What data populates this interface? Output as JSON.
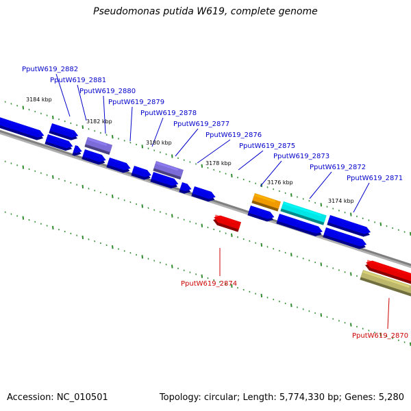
{
  "title": "Pseudomonas putida W619, complete genome",
  "footer": {
    "accession": "Accession: NC_010501",
    "stats": "Topology: circular; Length: 5,774,330 bp; Genes: 5,280"
  },
  "colors": {
    "cds_blue": "#0000e6",
    "cds_purple": "#7b6cd8",
    "rna_red": "#e60000",
    "orange": "#f09a00",
    "cyan": "#00e6e6",
    "olive": "#bdb76b",
    "label_blue": "#0000cc",
    "label_red": "#cc0000",
    "tick_green": "#2e8b2e",
    "backbone": "#7f7f7f"
  },
  "kbp_labels": [
    "3184 kbp",
    "3182 kbp",
    "3180 kbp",
    "3178 kbp",
    "3176 kbp",
    "3174 kbp"
  ],
  "gene_labels": [
    {
      "text": "PputW619_2882",
      "color": "label_blue"
    },
    {
      "text": "PputW619_2881",
      "color": "label_blue"
    },
    {
      "text": "PputW619_2880",
      "color": "label_blue"
    },
    {
      "text": "PputW619_2879",
      "color": "label_blue"
    },
    {
      "text": "PputW619_2878",
      "color": "label_blue"
    },
    {
      "text": "PputW619_2877",
      "color": "label_blue"
    },
    {
      "text": "PputW619_2876",
      "color": "label_blue"
    },
    {
      "text": "PputW619_2875",
      "color": "label_blue"
    },
    {
      "text": "PputW619_2873",
      "color": "label_blue"
    },
    {
      "text": "PputW619_2872",
      "color": "label_blue"
    },
    {
      "text": "PputW619_2871",
      "color": "label_blue"
    },
    {
      "text": "PputW619_2874",
      "color": "label_red"
    },
    {
      "text": "PputW619_2870",
      "color": "label_red"
    }
  ]
}
